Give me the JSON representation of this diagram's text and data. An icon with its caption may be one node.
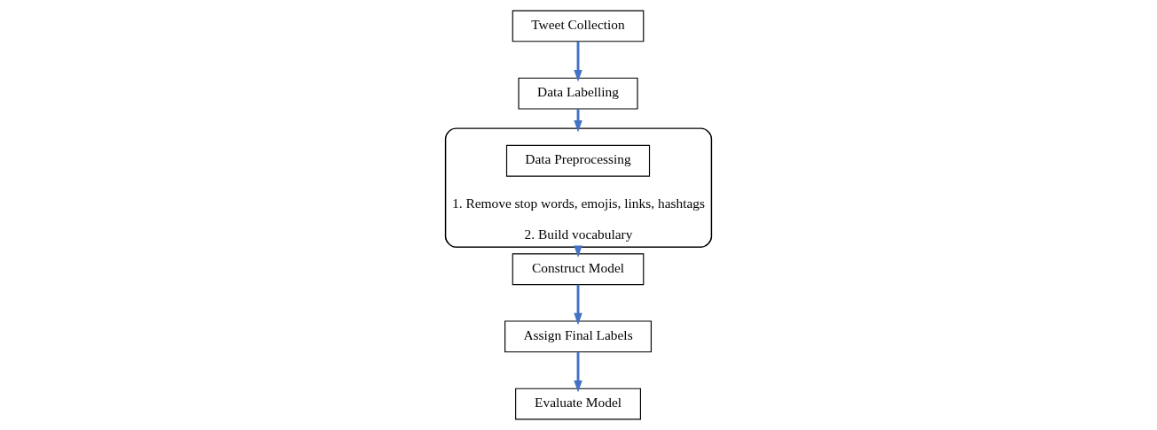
{
  "diagram": {
    "nodes": [
      {
        "text": [
          "Tweet Collection"
        ]
      },
      {
        "text": [
          "Data Labelling"
        ]
      },
      {
        "text": [
          "1. Remove stop words, emojis, links, hashtags",
          "2. Build vocabulary"
        ]
      },
      {
        "text": [
          "Data Preprocessing"
        ],
        "in": 2
      },
      {
        "text": [
          "Construct Model"
        ]
      },
      {
        "text": [
          "Assign Final Labels"
        ]
      },
      {
        "text": [
          "Evaluate Model"
        ]
      }
    ],
    "edges": [
      {
        "from": 0,
        "to": 1,
        "arrow": "to"
      },
      {
        "from": 1,
        "to": 2,
        "arrow": "to"
      },
      {
        "from": 2,
        "to": 4,
        "arrow": "to"
      },
      {
        "from": 4,
        "to": 5,
        "arrow": "to"
      },
      {
        "from": 5,
        "to": 6,
        "arrow": "to"
      }
    ]
  }
}
